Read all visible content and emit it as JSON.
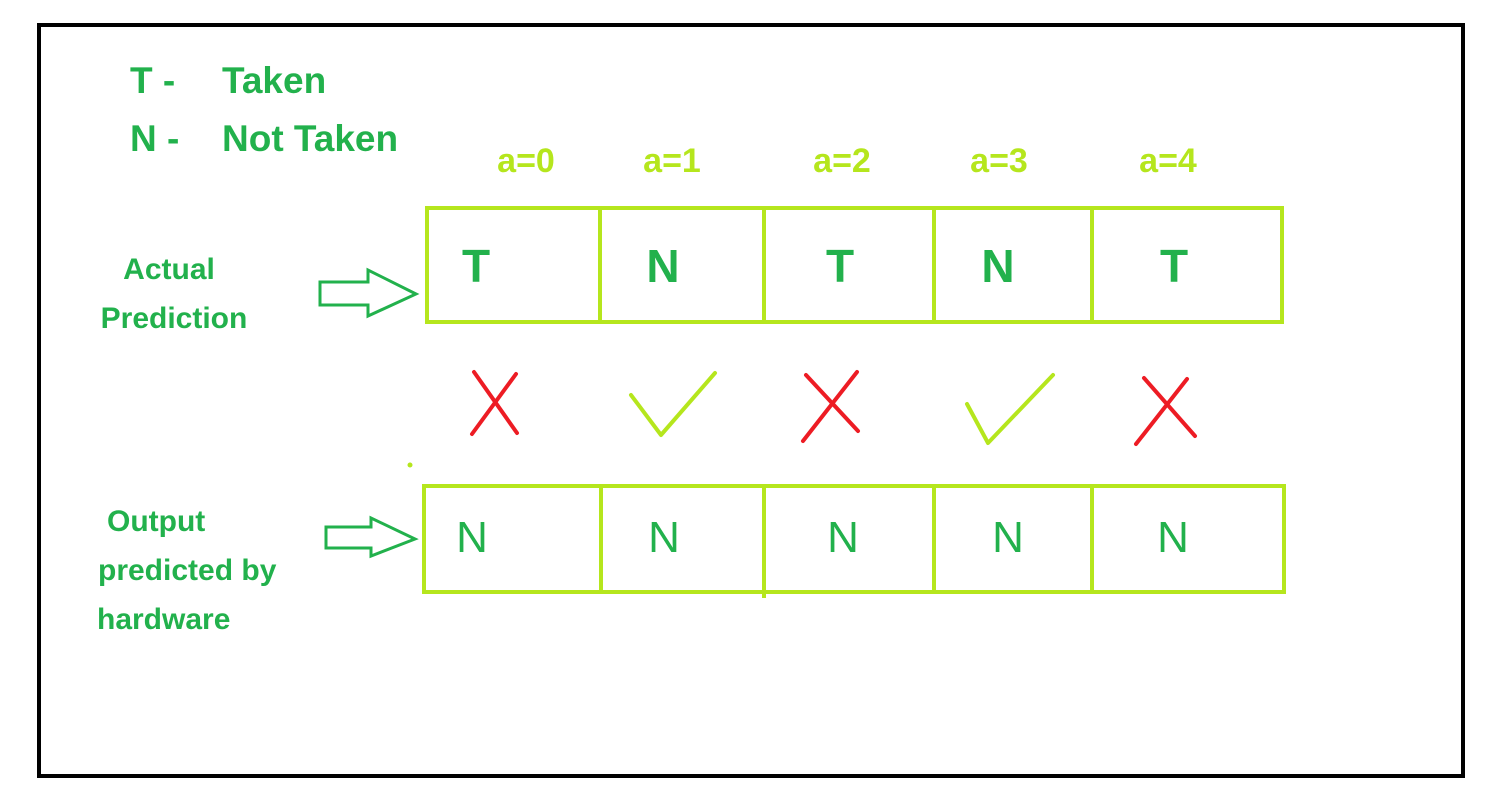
{
  "colors": {
    "green": "#22b14c",
    "lime": "#b5e61d",
    "red": "#ed1c24",
    "border": "#000000"
  },
  "legend": [
    {
      "key": "T -",
      "meaning": "Taken"
    },
    {
      "key": "N -",
      "meaning": "Not Taken"
    }
  ],
  "index_labels": [
    "a=0",
    "a=1",
    "a=2",
    "a=3",
    "a=4"
  ],
  "actual_row": {
    "label_lines": [
      "Actual",
      "Prediction"
    ],
    "values": [
      "T",
      "N",
      "T",
      "N",
      "T"
    ]
  },
  "marks": [
    {
      "type": "cross-icon"
    },
    {
      "type": "check-icon"
    },
    {
      "type": "cross-icon"
    },
    {
      "type": "check-icon"
    },
    {
      "type": "cross-icon"
    }
  ],
  "predicted_row": {
    "label_lines": [
      "Output",
      "predicted by",
      "hardware"
    ],
    "values": [
      "N",
      "N",
      "N",
      "N",
      "N"
    ]
  }
}
